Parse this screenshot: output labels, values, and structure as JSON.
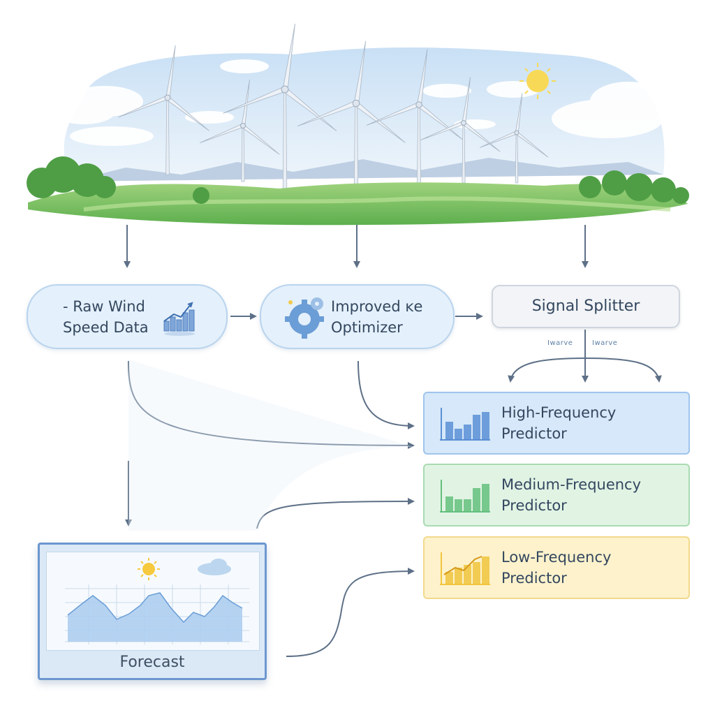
{
  "nodes": {
    "raw": {
      "line1": "- Raw Wind",
      "line2": "Speed Data",
      "icon": "growth-chart-icon"
    },
    "optimizer": {
      "line1": "Improved ĸe",
      "line2": "Optimizer",
      "icon": "gears-icon"
    },
    "splitter": {
      "label": "Signal Splitter"
    },
    "splitter_branch_labels": [
      "Iwarve",
      "Iwarve"
    ],
    "high": {
      "line1": "High-Frequency",
      "line2": "Predictor",
      "color": "#d6e8f9",
      "border": "#9fc4ec",
      "bar": "#5b8fd6"
    },
    "medium": {
      "line1": "Medium-Frequency",
      "line2": "Predictor",
      "color": "#e1f4e4",
      "border": "#a9dbb1",
      "bar": "#64bf7d"
    },
    "low": {
      "line1": "Low-Frequency",
      "line2": "Predictor",
      "color": "#fdf2cc",
      "border": "#f2d98c",
      "bar": "#f0c63c"
    },
    "forecast": {
      "label": "Forecast",
      "icons": [
        "sun-icon",
        "cloud-icon"
      ]
    }
  },
  "colors": {
    "arrow": "#5d7087",
    "sky": "#dcebf8",
    "grass": "#86c86a"
  }
}
